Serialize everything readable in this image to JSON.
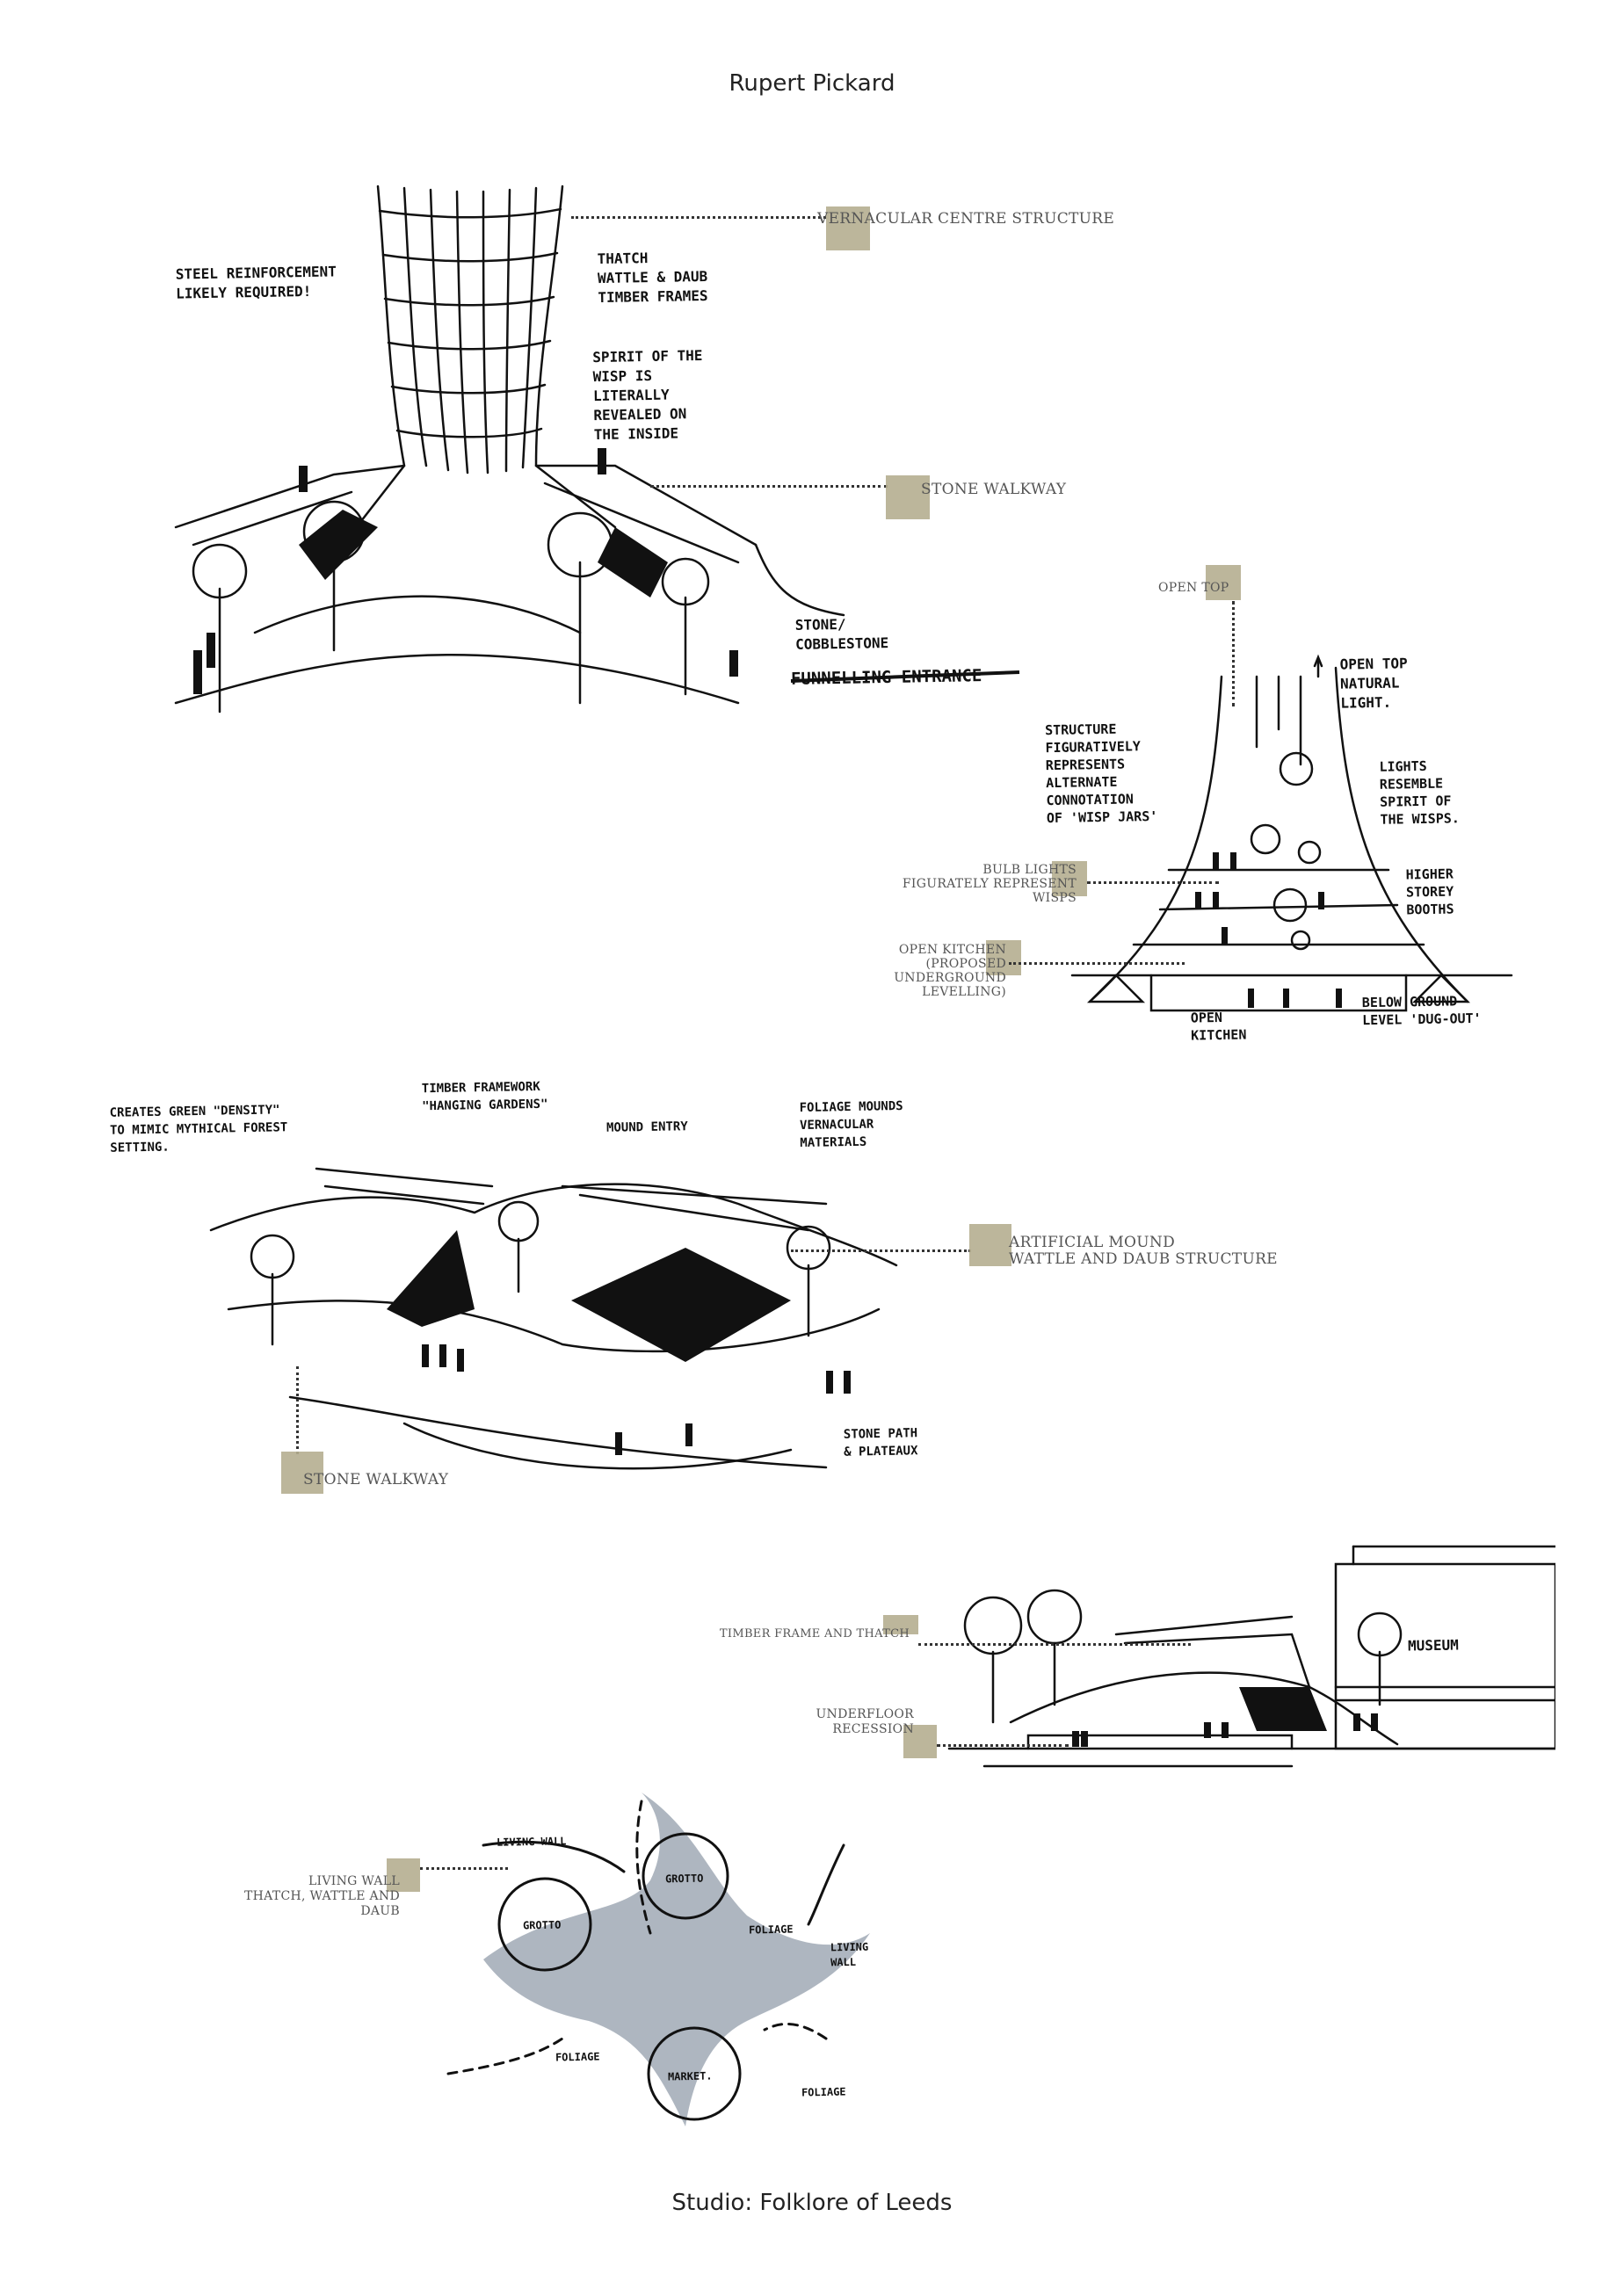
{
  "header": {
    "author": "Rupert Pickard"
  },
  "footer": {
    "studio": "Studio: Folklore of Leeds"
  },
  "colors": {
    "swatch": "#b5ae90",
    "ink": "#111111"
  },
  "sketch1": {
    "tag_structure": "VERNACULAR CENTRE STRUCTURE",
    "tag_walkway": "STONE WALKWAY",
    "note_steel": "STEEL REINFORCEMENT\nLIKELY REQUIRED!",
    "note_materials": "THATCH\nWATTLE & DAUB\nTIMBER FRAMES",
    "note_spirit": "SPIRIT OF THE\nWISP IS\nLITERALLY\nREVEALED ON\nTHE INSIDE",
    "note_stone": "STONE/\nCOBBLESTONE",
    "note_entrance": "FUNNELLING ENTRANCE"
  },
  "sketch2": {
    "tag_open_top": "OPEN TOP",
    "tag_bulb": "BULB LIGHTS\nFIGURATELY REPRESENT WISPS",
    "tag_kitchen": "OPEN KITCHEN\n(PROPOSED UNDERGROUND\nLEVELLING)",
    "note_top": "OPEN TOP\nNATURAL\nLIGHT.",
    "note_structure": "STRUCTURE\nFIGURATIVELY\nREPRESENTS\nALTERNATE\nCONNOTATION\nOF 'WISP JARS'",
    "note_lights": "LIGHTS\nRESEMBLE\nSPIRIT OF\nTHE WISPS.",
    "note_booths": "HIGHER\nSTOREY\nBOOTHS",
    "note_kitchen": "OPEN\nKITCHEN",
    "note_below": "BELOW GROUND\nLEVEL 'DUG-OUT'"
  },
  "sketch3": {
    "tag_mound": "ARTIFICIAL MOUND\nWATTLE AND DAUB STRUCTURE",
    "tag_walkway": "STONE WALKWAY",
    "note_green": "CREATES GREEN \"DENSITY\"\nTO MIMIC MYTHICAL FOREST\nSETTING.",
    "note_timber": "TIMBER FRAMEWORK\n\"HANGING GARDENS\"",
    "note_mound": "MOUND ENTRY",
    "note_foliage": "FOLIAGE MOUNDS\nVERNACULAR\nMATERIALS",
    "note_path": "STONE PATH\n& PLATEAUX"
  },
  "sketch4": {
    "tag_timber": "TIMBER FRAME AND THATCH",
    "tag_underfloor": "UNDERFLOOR\nRECESSION",
    "note_museum": "MUSEUM"
  },
  "sketch5": {
    "tag_living": "LIVING WALL\nTHATCH, WATTLE AND\nDAUB",
    "note_living_top": "LIVING WALL",
    "note_grotto_a": "GROTTO",
    "note_grotto_b": "GROTTO",
    "note_market": "MARKET.",
    "note_foliage_a": "FOLIAGE",
    "note_foliage_b": "FOLIAGE",
    "note_foliage_c": "FOLIAGE",
    "note_living_right": "LIVING\nWALL"
  }
}
